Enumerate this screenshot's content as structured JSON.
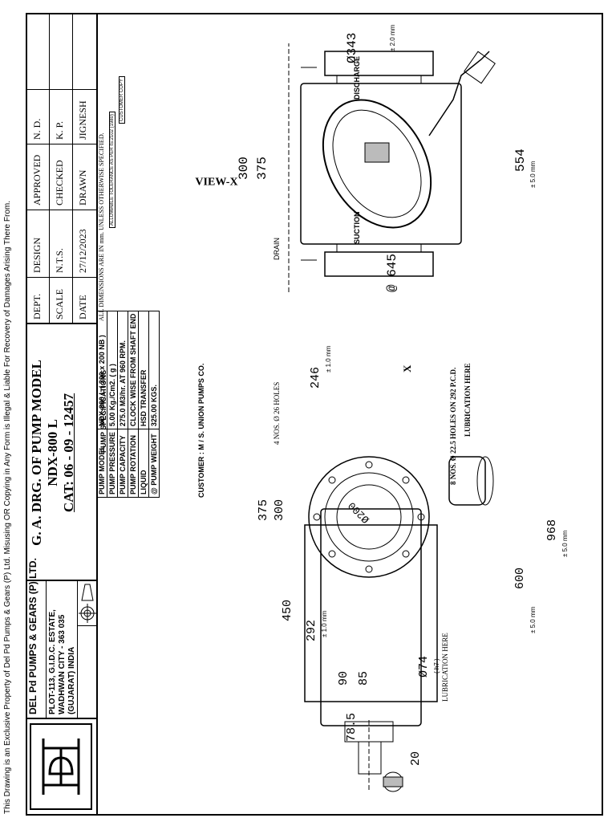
{
  "sidebar_note": "This Drawing is an Exclusive Property of Del Pd Pumps & Gears (P) Ltd. Misusing OR Copying in Any Form is Illegal & Liable For Recovery of Damages Arising There From.",
  "company": {
    "name": "DEL Pd PUMPS & GEARS (P) LTD.",
    "address1": "PLOT-113, G.I.D.C. ESTATE,",
    "address2": "WADHWAN CITY - 363 035",
    "address3": "(GUJARAT) INDIA"
  },
  "drawing": {
    "title": "G. A. DRG. OF PUMP MODEL",
    "model": "NDX-800 L",
    "cat": "CAT: 06 - 09 - 12457"
  },
  "customer": {
    "line": "CUSTOMER : M / S. UNION PUMPS CO.",
    "specs": [
      {
        "label": "PUMP MODEL",
        "value": "NDX-800 L ( 200 x 200 NB )"
      },
      {
        "label": "PUMP PRESSURE",
        "value": "5.00 Kg./Cm2. ( g )"
      },
      {
        "label": "PUMP CAPACITY",
        "value": "275.0 M3/hr.  AT 960 RPM."
      },
      {
        "label": "PUMP ROTATION",
        "value": "CLOCK WISE FROM SHAFT END"
      },
      {
        "label": "LIQUID",
        "value": "HSD TRANSFER"
      },
      {
        "label": "@ PUMP WEIGHT",
        "value": "325.00 KGS."
      }
    ],
    "specs_caption": "PUMP SPECIFICATIONS"
  },
  "title_block": {
    "date_label": "DATE",
    "date_value": "27/12/2023",
    "drawn_label": "DRAWN",
    "drawn_value": "JIGNESH",
    "scale_label": "SCALE",
    "scale_value": "N.T.S.",
    "checked_label": "CHECKED",
    "checked_value": "K. P.",
    "dept_label": "DEPT.",
    "design_label": "DESIGN",
    "approved_label": "APPROVED",
    "approved_value": "N. D."
  },
  "notes": {
    "dimensions": "ALL DIMENSIONS ARE IN mm. UNLESS OTHERWISE SPECIFIED.",
    "tolerance": "ALLOWABLE TOLERANCE AS PER IS:2102 (1980)",
    "customer_copy": "CUSTOMER COPY"
  },
  "view_x": {
    "label": "VIEW-X",
    "discharge": "DISCHARGE",
    "suction": "SUCTION",
    "drain": "DRAIN",
    "dim_343": "Ø343",
    "tol_343": "± 2.0 mm",
    "dim_554": "554",
    "tol_554": "± 5.0 mm",
    "dim_300": "300",
    "dim_375": "375",
    "dim_645": "@ 645"
  },
  "main_view": {
    "holes8": "8 NOS. Ø 22.5 HOLES ON 292 P.C.D.",
    "lubrication1": "LUBRICATION HERE",
    "lubrication2": "LUBRICATION HERE",
    "holes4": "4 NOS. Ø 26 HOLES",
    "dim_246": "246",
    "tol_246": "± 1.0 mm",
    "x_marker": "X",
    "dim_200": "Ø200",
    "dim_968": "968",
    "tol_968": "± 5.0 mm",
    "dim_600": "600",
    "tol_600": "± 5.0 mm",
    "dim_300": "300",
    "dim_375": "375",
    "dim_450": "450",
    "dim_292": "292",
    "tol_292": "± 1.0 mm",
    "dim_74": "Ø74",
    "tol_74": "( h7 )",
    "dim_85": "85",
    "dim_90": "90",
    "dim_78_5": "78.5",
    "dim_20": "20"
  }
}
